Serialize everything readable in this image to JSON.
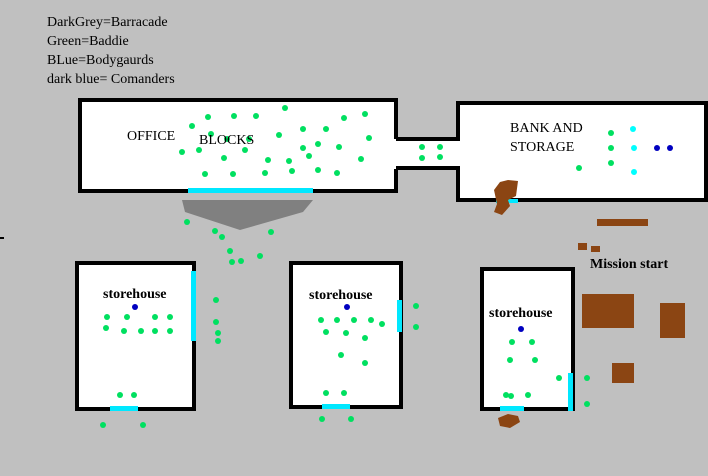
{
  "legend": {
    "barricade": "DarkGrey=Barracade",
    "baddie": "Green=Baddie",
    "bodyguards": "BLue=Bodygaurds",
    "commanders": "dark blue= Comanders"
  },
  "buildings": {
    "office": {
      "label_1": "OFFICE",
      "label_2": "BLOCKS"
    },
    "bank": {
      "label_1": "BANK AND",
      "label_2": "STORAGE"
    },
    "storehouse_1": {
      "label": "storehouse"
    },
    "storehouse_2": {
      "label": "storehouse"
    },
    "storehouse_3": {
      "label": "storehouse"
    }
  },
  "mission_start": {
    "label": "Mission start"
  },
  "colors": {
    "background": "#c0c0c0",
    "building_fill": "#ffffff",
    "wall": "#000000",
    "barricade": "#808080",
    "baddie": "#00e060",
    "bodyguard": "#00ffff",
    "commander": "#0000c0",
    "cover": "#8b4513"
  }
}
